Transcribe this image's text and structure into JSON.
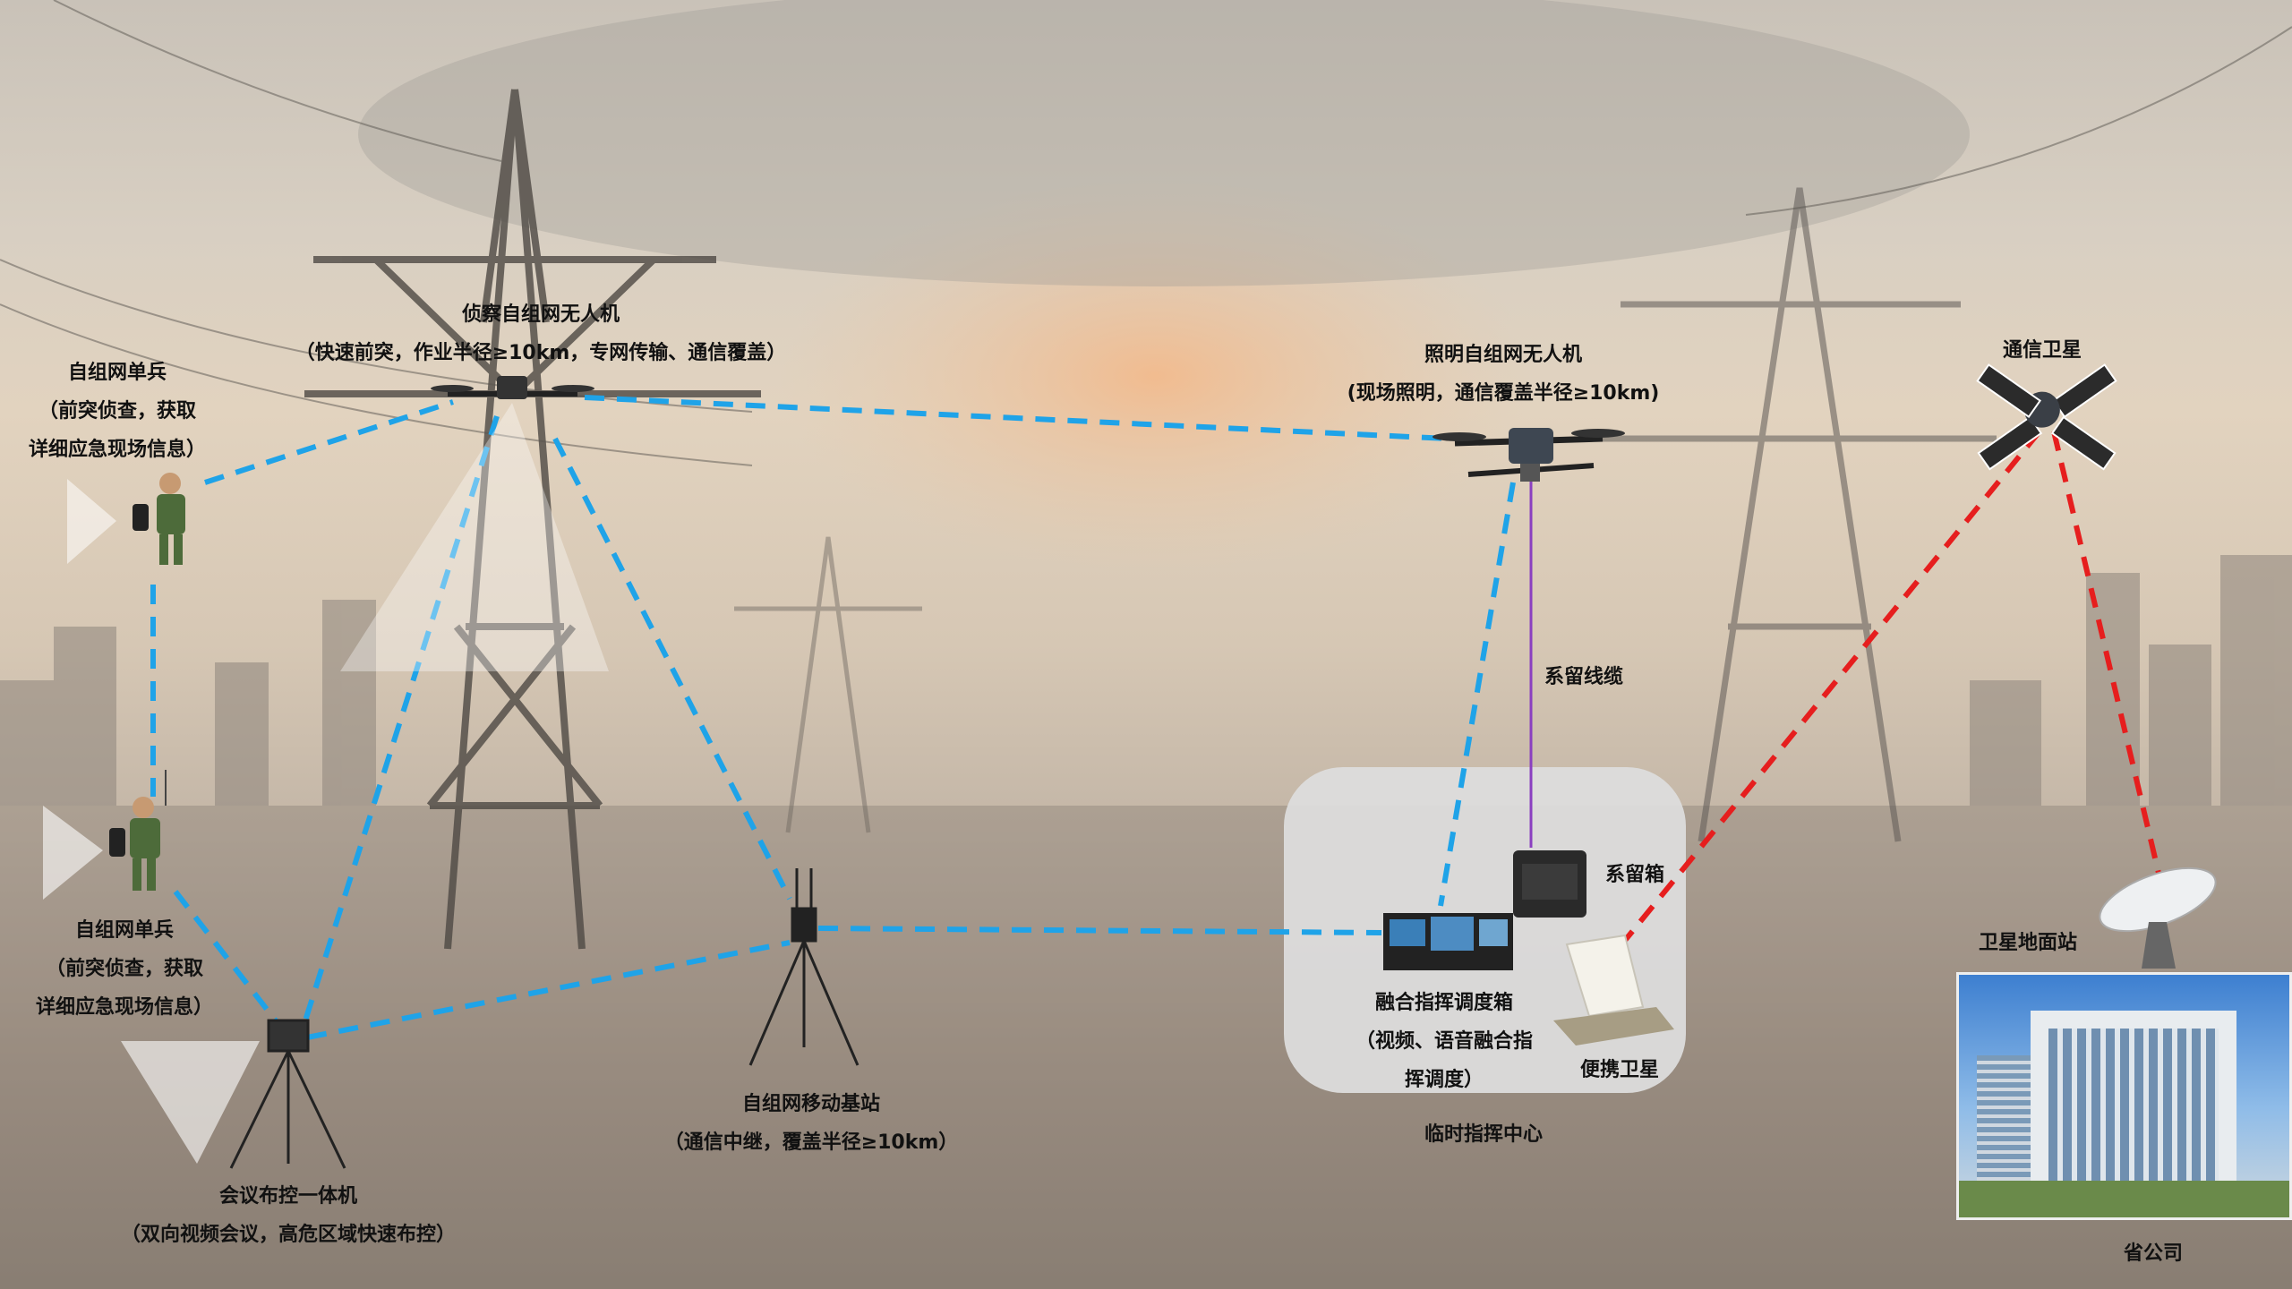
{
  "nodes": {
    "recon_drone": {
      "title": "侦察自组网无人机",
      "desc": "（快速前突，作业半径≥10km，专网传输、通信覆盖）"
    },
    "lighting_drone": {
      "title": "照明自组网无人机",
      "desc": "(现场照明，通信覆盖半径≥10km)"
    },
    "comm_satellite": {
      "title": "通信卫星"
    },
    "soldier_1": {
      "title": "自组网单兵",
      "desc1": "（前突侦查，获取",
      "desc2": "详细应急现场信息）"
    },
    "soldier_2": {
      "title": "自组网单兵",
      "desc1": "（前突侦查，获取",
      "desc2": "详细应急现场信息）"
    },
    "conference_unit": {
      "title": "会议布控一体机",
      "desc": "（双向视频会议，高危区域快速布控）"
    },
    "mobile_base": {
      "title": "自组网移动基站",
      "desc": "（通信中继，覆盖半径≥10km）"
    },
    "tether_cable": {
      "title": "系留线缆"
    },
    "tether_box": {
      "title": "系留箱"
    },
    "fusion_box": {
      "title": "融合指挥调度箱",
      "desc1": "（视频、语音融合指",
      "desc2": "挥调度）"
    },
    "portable_satellite": {
      "title": "便携卫星"
    },
    "command_center": {
      "title": "临时指挥中心"
    },
    "ground_station": {
      "title": "卫星地面站"
    },
    "province_company": {
      "title": "省公司"
    }
  },
  "colors": {
    "ad_hoc_link": "#1fa3e8",
    "satellite_link": "#e61e1e",
    "tether": "#8a3fc0"
  }
}
